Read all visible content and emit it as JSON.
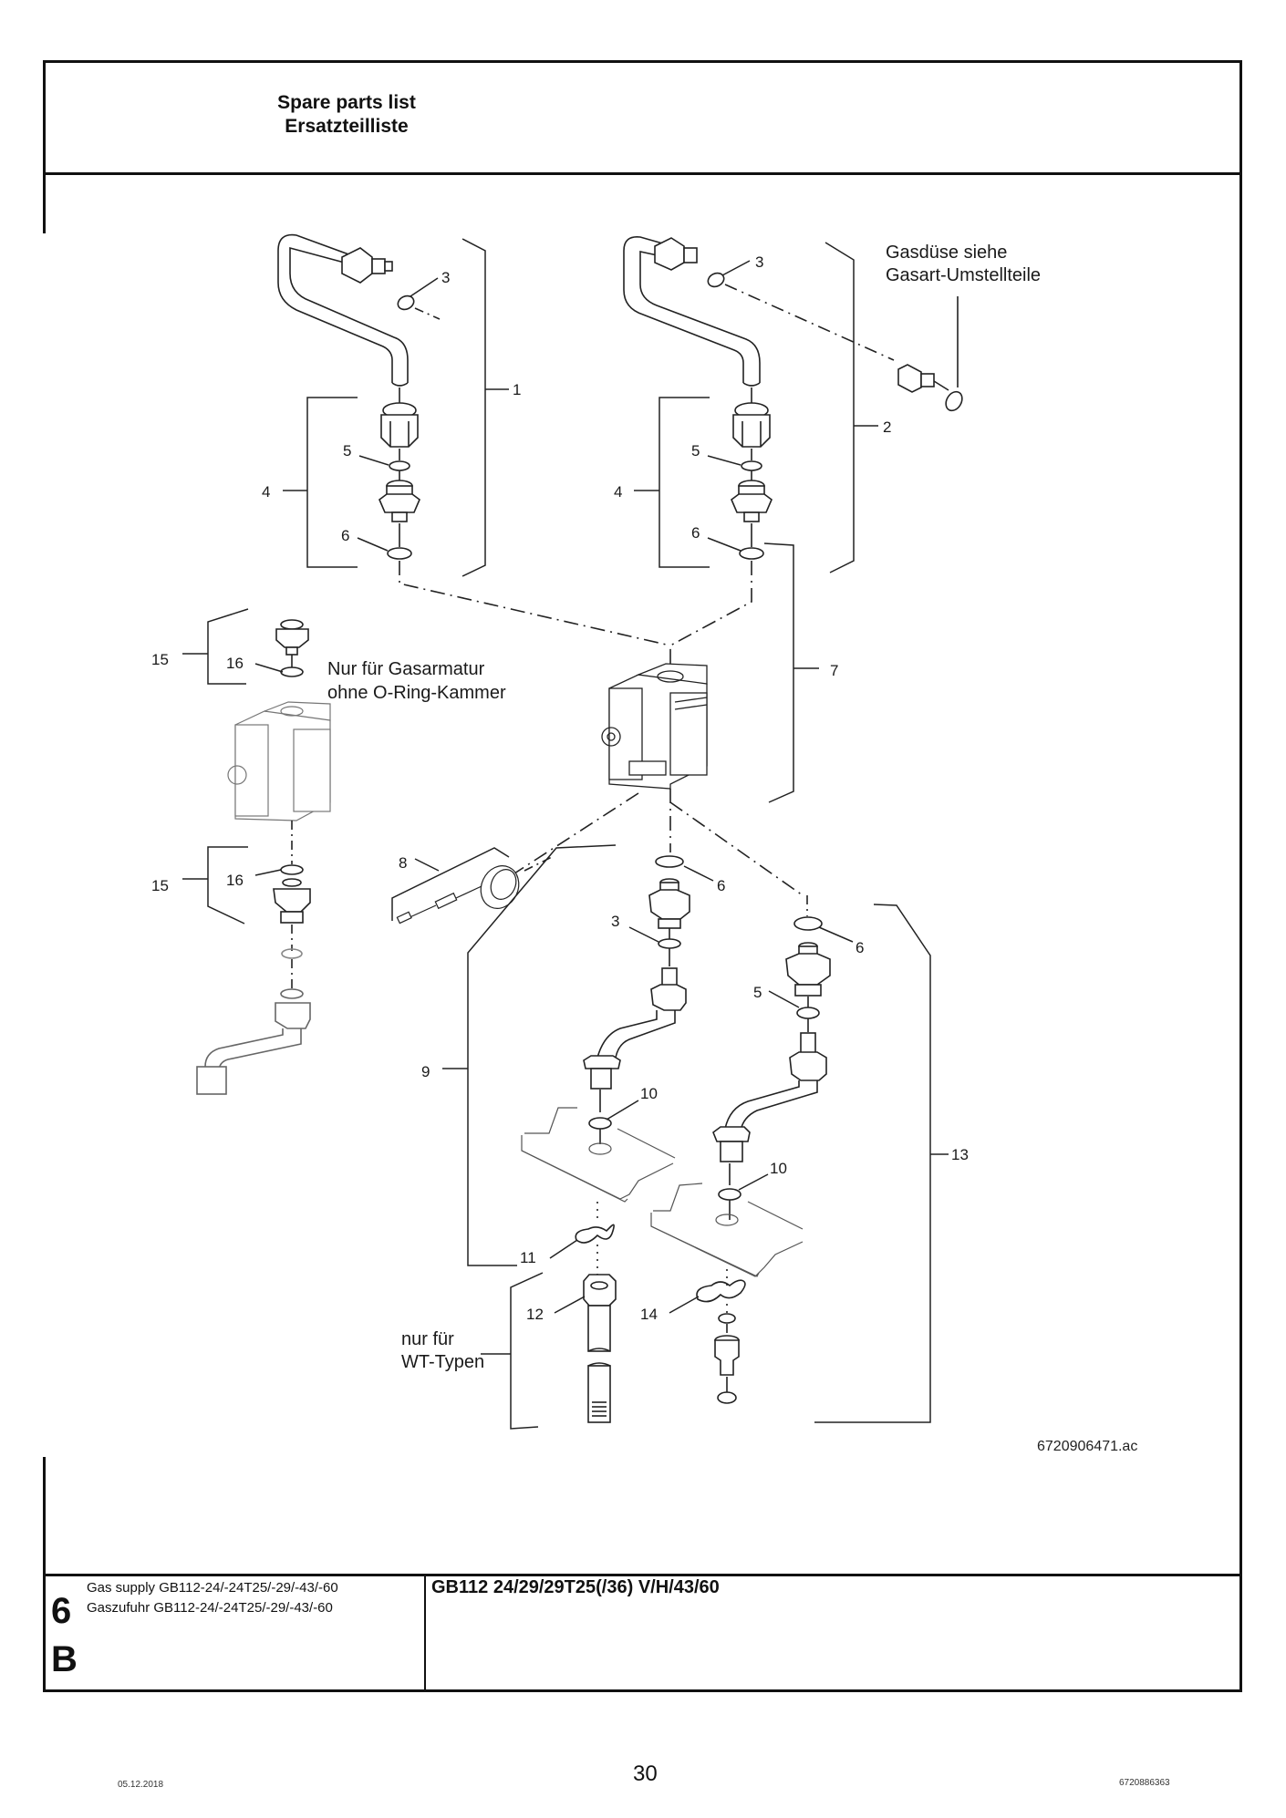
{
  "header": {
    "title_en": "Spare parts list",
    "title_de": "Ersatzteilliste"
  },
  "diagram": {
    "figure_id": "6720906471.ac",
    "notes": {
      "gas_nozzle": [
        "Gasdüse siehe",
        "Gasart-Umstellteile"
      ],
      "valve_only": [
        "Nur für Gasarmatur",
        "ohne O-Ring-Kammer"
      ],
      "wt_only": [
        "nur für",
        "WT-Typen"
      ]
    },
    "callouts": [
      {
        "id": "c1",
        "label": "1"
      },
      {
        "id": "c2",
        "label": "2"
      },
      {
        "id": "c3a",
        "label": "3"
      },
      {
        "id": "c3b",
        "label": "3"
      },
      {
        "id": "c3c",
        "label": "3"
      },
      {
        "id": "c4a",
        "label": "4"
      },
      {
        "id": "c4b",
        "label": "4"
      },
      {
        "id": "c5a",
        "label": "5"
      },
      {
        "id": "c5b",
        "label": "5"
      },
      {
        "id": "c5c",
        "label": "5"
      },
      {
        "id": "c6a",
        "label": "6"
      },
      {
        "id": "c6b",
        "label": "6"
      },
      {
        "id": "c6c",
        "label": "6"
      },
      {
        "id": "c6d",
        "label": "6"
      },
      {
        "id": "c7",
        "label": "7"
      },
      {
        "id": "c8",
        "label": "8"
      },
      {
        "id": "c9",
        "label": "9"
      },
      {
        "id": "c10a",
        "label": "10"
      },
      {
        "id": "c10b",
        "label": "10"
      },
      {
        "id": "c11",
        "label": "11"
      },
      {
        "id": "c12",
        "label": "12"
      },
      {
        "id": "c13",
        "label": "13"
      },
      {
        "id": "c14",
        "label": "14"
      },
      {
        "id": "c15a",
        "label": "15"
      },
      {
        "id": "c15b",
        "label": "15"
      },
      {
        "id": "c16a",
        "label": "16"
      },
      {
        "id": "c16b",
        "label": "16"
      }
    ]
  },
  "section": {
    "number": "6",
    "letter": "B",
    "desc_en": "Gas supply GB112-24/-24T25/-29/-43/-60",
    "desc_de": "Gaszufuhr GB112-24/-24T25/-29/-43/-60",
    "model": "GB112 24/29/29T25(/36) V/H/43/60"
  },
  "footer": {
    "date": "05.12.2018",
    "page": "30",
    "doc_number": "6720886363"
  }
}
